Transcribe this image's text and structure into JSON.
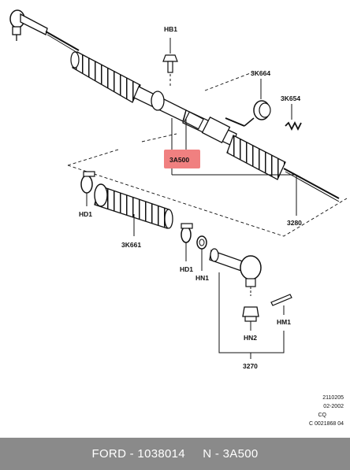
{
  "labels": {
    "hb1": "HB1",
    "k664": "3K664",
    "k654": "3K654",
    "a500": "3A500",
    "hd1_left": "HD1",
    "k661": "3K661",
    "hd1_right": "HD1",
    "hn1": "HN1",
    "hm1": "HM1",
    "hn2": "HN2",
    "n3270": "3270",
    "n3280": "3280"
  },
  "highlight": {
    "color": "#f08080"
  },
  "meta": {
    "line1": "2110205",
    "line2": "02-2002",
    "line3": "CQ",
    "line4": "C 0021868 04"
  },
  "footer": {
    "text": "FORD - 1038014     N - 3A500"
  }
}
